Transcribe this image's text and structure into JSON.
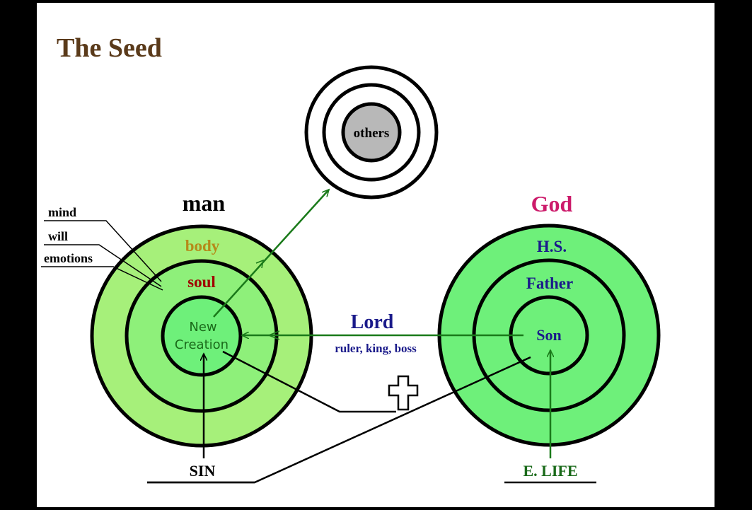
{
  "title": "The Seed",
  "others": {
    "label": "others"
  },
  "man": {
    "heading": "man",
    "rings": {
      "outer": "body",
      "middle": "soul",
      "inner": [
        "New",
        "Creation"
      ]
    },
    "side_labels": [
      "mind",
      "will",
      "emotions"
    ]
  },
  "god": {
    "heading": "God",
    "rings": {
      "outer": "H.S.",
      "middle": "Father",
      "inner": "Son"
    }
  },
  "lord": {
    "title": "Lord",
    "subtitle": "ruler, king, boss"
  },
  "bottom": {
    "sin": "SIN",
    "elife": "E. LIFE"
  },
  "icons": {
    "cross": "cross-icon"
  },
  "colors": {
    "background": "#ffffff",
    "frame": "#000000",
    "title": "#5a3a1a",
    "ring_light": "#a6f07a",
    "ring_mid": "#8ef07a",
    "ring_green": "#6ef07a",
    "others_fill": "#b8b8b8",
    "arrow": "#1a7a1a",
    "god_heading": "#cc1a6a",
    "god_text": "#1a1a8a",
    "soul_text": "#a00000",
    "body_text": "#b58a1a",
    "lord_text": "#1a1a8a",
    "elife_text": "#1a6a1a",
    "new_creation_text": "#1a6a1a"
  }
}
